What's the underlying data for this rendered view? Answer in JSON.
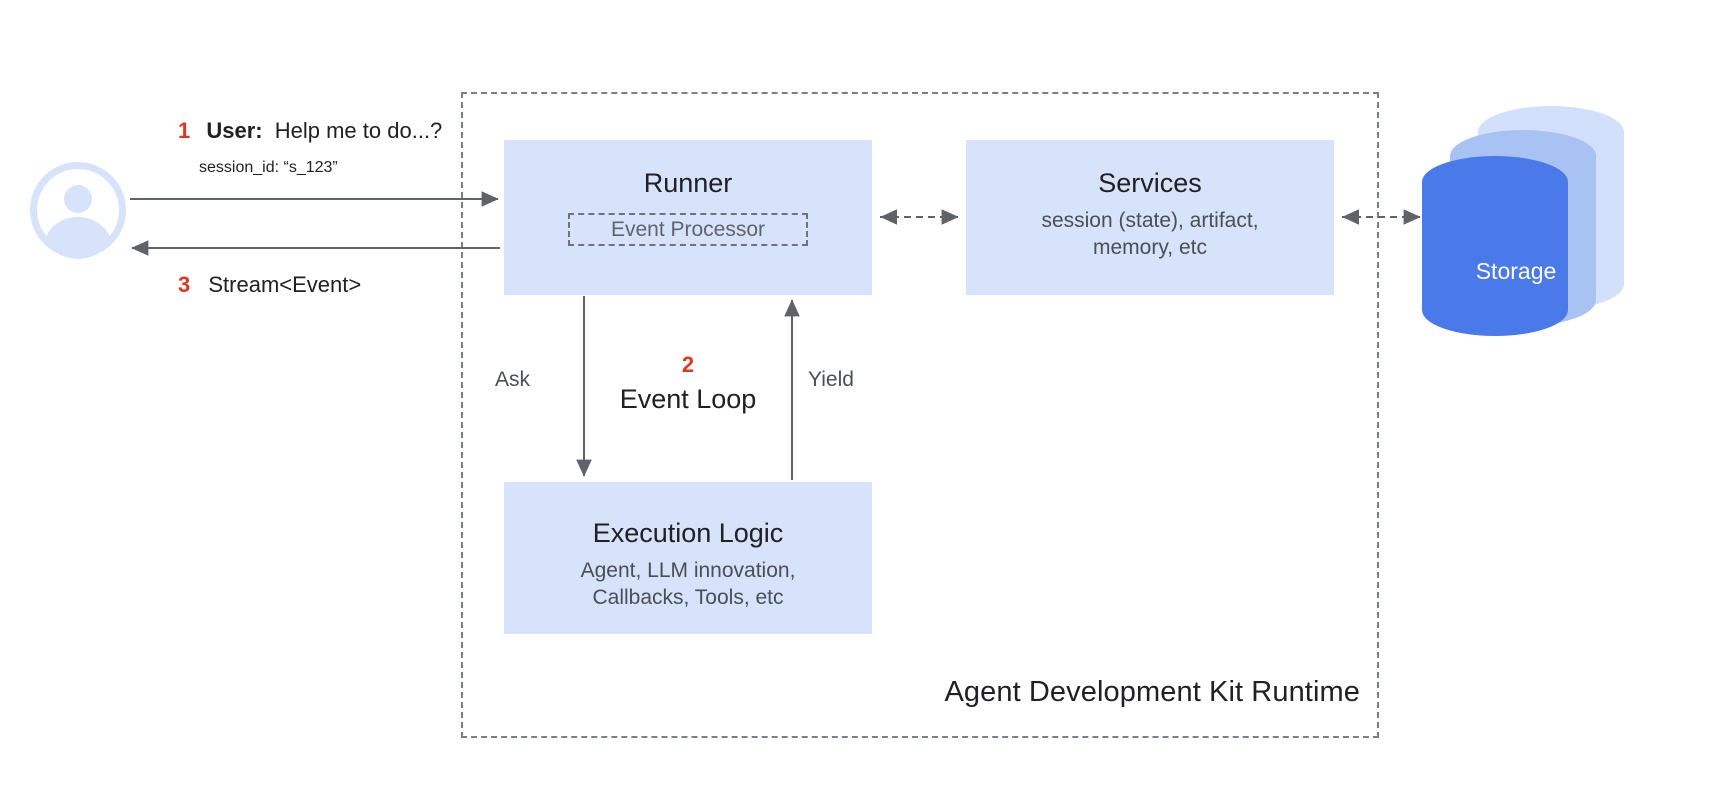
{
  "diagram": {
    "title": "Agent Development Kit Runtime",
    "colors": {
      "block_fill": "#d7e3fa",
      "accent_number": "#d93a24",
      "arrow": "#5f6368",
      "storage_front": "#4a7aea",
      "storage_mid": "#a8c2f3",
      "storage_back": "#d3e0fb",
      "avatar_fill": "#d7e3fa",
      "text_primary": "#202124",
      "text_secondary": "#4a4f57",
      "boundary_dash": "#7b7f87"
    }
  },
  "actor": {
    "icon": "user-avatar-icon",
    "request": {
      "number": "1",
      "label": "User:",
      "message": "Help me to do...?",
      "session_id": "session_id: “s_123”"
    },
    "response": {
      "number": "3",
      "text": "Stream<Event>"
    }
  },
  "runner": {
    "title": "Runner",
    "event_processor": "Event Processor"
  },
  "services": {
    "title": "Services",
    "subtitle": "session (state), artifact,\nmemory, etc"
  },
  "execution": {
    "title": "Execution Logic",
    "subtitle": "Agent, LLM innovation,\nCallbacks, Tools, etc"
  },
  "event_loop": {
    "number": "2",
    "title": "Event Loop",
    "ask_label": "Ask",
    "yield_label": "Yield"
  },
  "storage": {
    "label": "Storage"
  }
}
